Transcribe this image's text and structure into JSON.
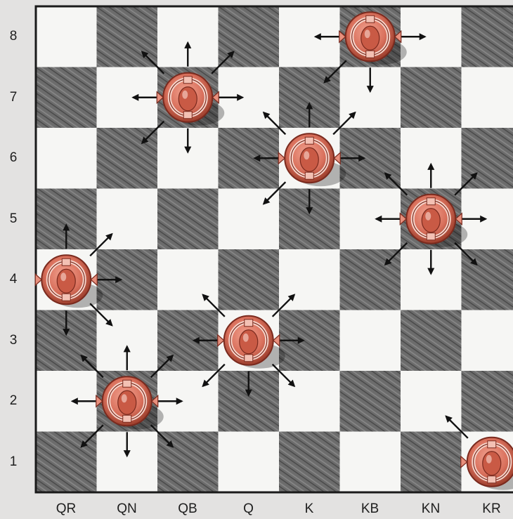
{
  "board": {
    "ranks": [
      "8",
      "7",
      "6",
      "5",
      "4",
      "3",
      "2",
      "1"
    ],
    "files": [
      "QR",
      "QN",
      "QB",
      "Q",
      "K",
      "KB",
      "KN",
      "KR"
    ],
    "light_square_color": "#f6f6f4",
    "dark_square_color": "#6f6f6f",
    "border_color": "#1a1a1a",
    "piece_color": "#d9705c",
    "piece_outline_color": "#7a2a1e",
    "arrow_color": "#111111"
  },
  "kings": [
    {
      "name": "king-kb8",
      "square": "KB8",
      "arrows": [
        "W",
        "E",
        "SW",
        "S"
      ]
    },
    {
      "name": "king-qb7",
      "square": "QB7",
      "arrows": [
        "NW",
        "N",
        "NE",
        "W",
        "E",
        "SW",
        "S"
      ]
    },
    {
      "name": "king-k6",
      "square": "K6",
      "arrows": [
        "NW",
        "N",
        "NE",
        "W",
        "E",
        "SW",
        "S"
      ]
    },
    {
      "name": "king-kn5",
      "square": "KN5",
      "arrows": [
        "NW",
        "N",
        "NE",
        "W",
        "E",
        "SW",
        "S",
        "SE"
      ]
    },
    {
      "name": "king-qr4",
      "square": "QR4",
      "arrows": [
        "N",
        "NE",
        "E",
        "S",
        "SE"
      ]
    },
    {
      "name": "king-q3",
      "square": "Q3",
      "arrows": [
        "NW",
        "NE",
        "W",
        "E",
        "SW",
        "S",
        "SE"
      ]
    },
    {
      "name": "king-qn2",
      "square": "QN2",
      "arrows": [
        "NW",
        "N",
        "NE",
        "W",
        "E",
        "SW",
        "S",
        "SE"
      ]
    },
    {
      "name": "king-kr1",
      "square": "KR1",
      "arrows": [
        "NW"
      ]
    }
  ]
}
